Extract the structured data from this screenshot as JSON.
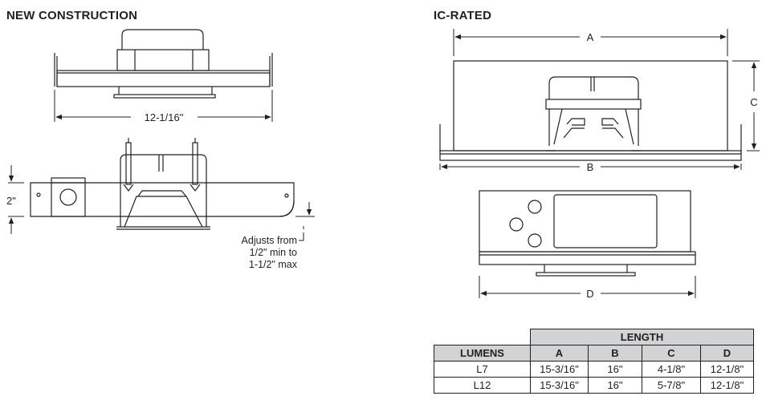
{
  "sections": {
    "new_construction": "NEW CONSTRUCTION",
    "ic_rated": "IC-RATED"
  },
  "dimensions": {
    "nc_width": "12-1/16\"",
    "nc_height": "2\"",
    "nc_adjust": [
      "Adjusts from",
      "1/2\" min to",
      "1-1/2\" max"
    ],
    "a": "A",
    "b": "B",
    "c": "C",
    "d": "D"
  },
  "table": {
    "group_header": "LENGTH",
    "row_header": "LUMENS",
    "columns": [
      "A",
      "B",
      "C",
      "D"
    ],
    "rows": [
      {
        "label": "L7",
        "values": [
          "15-3/16\"",
          "16\"",
          "4-1/8\"",
          "12-1/8\""
        ]
      },
      {
        "label": "L12",
        "values": [
          "15-3/16\"",
          "16\"",
          "5-7/8\"",
          "12-1/8\""
        ]
      }
    ]
  }
}
